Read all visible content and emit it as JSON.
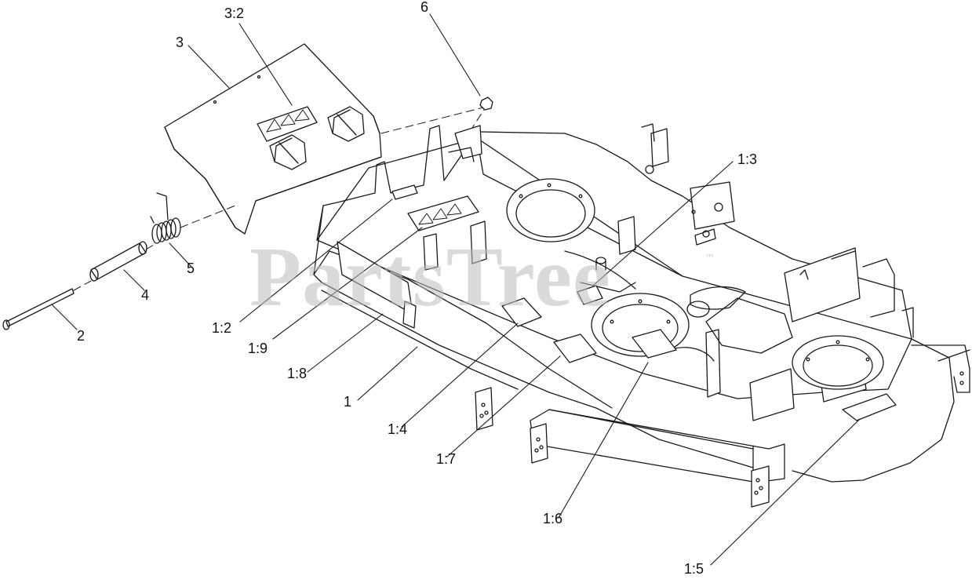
{
  "watermark": {
    "text": "PartsTree",
    "mark": "™",
    "color": "#bdbdbd"
  },
  "callouts": [
    {
      "id": "3:2",
      "label": "3:2"
    },
    {
      "id": "6",
      "label": "6"
    },
    {
      "id": "3",
      "label": "3"
    },
    {
      "id": "1:3",
      "label": "1:3"
    },
    {
      "id": "5",
      "label": "5"
    },
    {
      "id": "4",
      "label": "4"
    },
    {
      "id": "2",
      "label": "2"
    },
    {
      "id": "1:2",
      "label": "1:2"
    },
    {
      "id": "1:9",
      "label": "1:9"
    },
    {
      "id": "1:8",
      "label": "1:8"
    },
    {
      "id": "1",
      "label": "1"
    },
    {
      "id": "1:4",
      "label": "1:4"
    },
    {
      "id": "1:7",
      "label": "1:7"
    },
    {
      "id": "1:6",
      "label": "1:6"
    },
    {
      "id": "1:5",
      "label": "1:5"
    }
  ],
  "colors": {
    "line": "#1a1a1a",
    "background": "#ffffff"
  }
}
